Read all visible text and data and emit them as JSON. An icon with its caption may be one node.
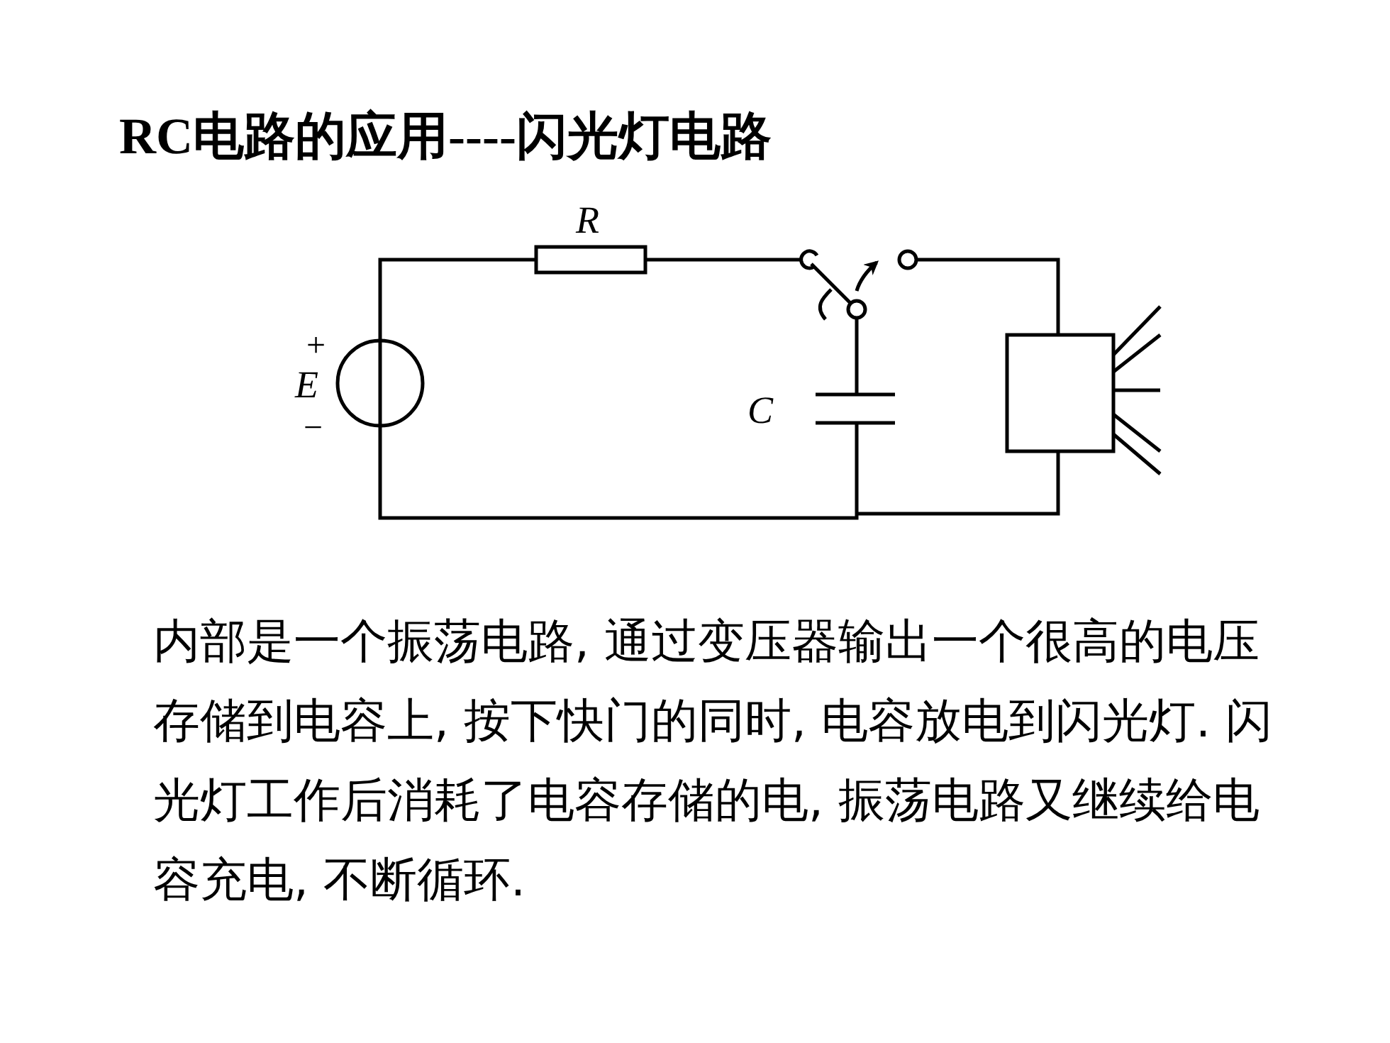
{
  "diagram": {
    "title": "RC电路的应用----闪光灯电路",
    "labels": [
      "R",
      "+",
      "E",
      "−",
      "C",
      "内部是一个振荡电路, 通过变压器输出一个很高的电压存储到电容上, 按下快门的同时, 电容放电到闪光灯. 闪光灯工作后消耗了电容存储的电, 振荡电路又继续给电容充电, 不断循环."
    ]
  }
}
